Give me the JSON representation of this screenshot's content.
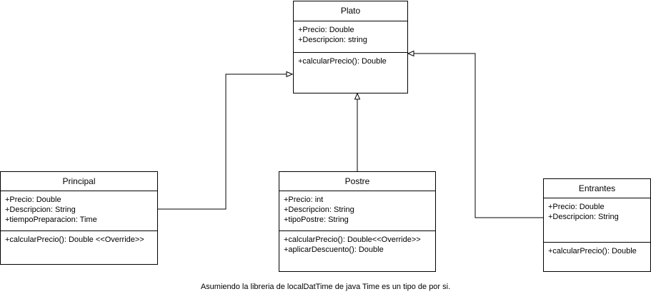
{
  "classes": {
    "plato": {
      "name": "Plato",
      "attributes": [
        "+Precio: Double",
        "+Descripcion: string"
      ],
      "methods": [
        "+calcularPrecio(): Double"
      ]
    },
    "principal": {
      "name": "Principal",
      "attributes": [
        "+Precio: Double",
        "+Descripcion: String",
        "+tiempoPreparacion: Time"
      ],
      "methods": [
        "+calcularPrecio(): Double <<Override>>"
      ]
    },
    "postre": {
      "name": "Postre",
      "attributes": [
        "+Precio: int",
        "+Descripcion: String",
        "+tipoPostre: String"
      ],
      "methods": [
        "+calcularPrecio(): Double<<Override>>",
        "+aplicarDescuento(): Double"
      ]
    },
    "entrantes": {
      "name": "Entrantes",
      "attributes": [
        "+Precio: Double",
        "+Descripcion: String"
      ],
      "methods": [
        "+calcularPrecio(): Double"
      ]
    }
  },
  "note": "Asumiendo la libreria de localDatTime de java Time es un tipo de por si."
}
